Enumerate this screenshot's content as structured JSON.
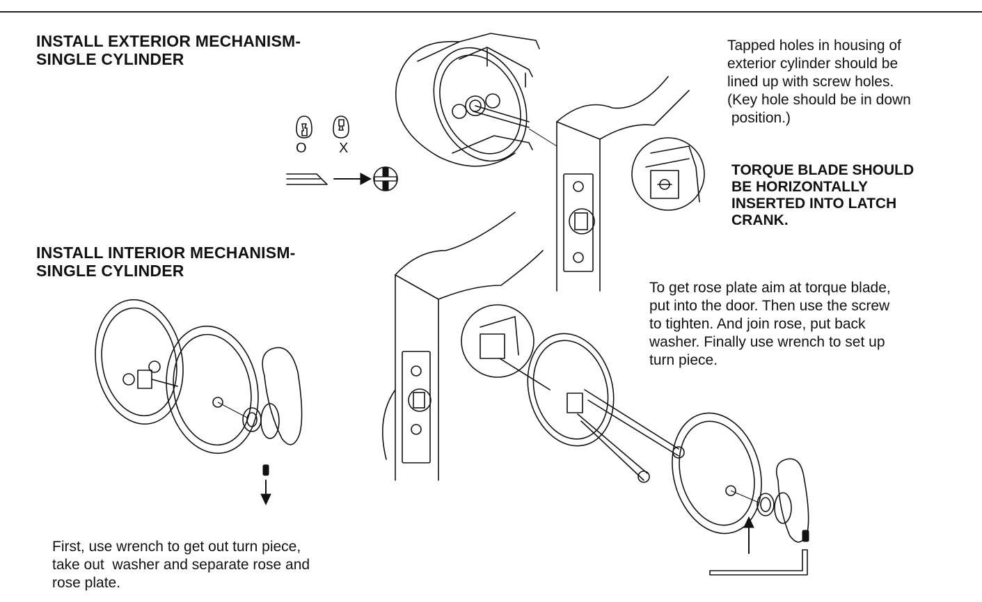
{
  "headings": {
    "exterior": [
      "INSTALL EXTERIOR MECHANISM-",
      "SINGLE CYLINDER"
    ],
    "interior": [
      "INSTALL INTERIOR MECHANISM-",
      "SINGLE CYLINDER"
    ]
  },
  "notes": {
    "tapped_holes": [
      "Tapped holes in housing of",
      "exterior cylinder should be",
      "lined up with screw holes.",
      "(Key hole should be in down",
      " position.)"
    ],
    "torque_blade": [
      "TORQUE BLADE SHOULD",
      "BE HORIZONTALLY",
      "INSERTED INTO LATCH",
      "CRANK."
    ],
    "rose_plate": [
      "To get rose plate aim at torque blade,",
      "put into the door. Then use the screw",
      "to tighten. And join rose, put back",
      "washer. Finally use wrench to set up",
      "turn piece."
    ],
    "first_step": [
      "First, use wrench to get out turn piece,",
      "take out  washer and separate rose and",
      "rose plate."
    ]
  },
  "symbols": {
    "correct_mark": "O",
    "wrong_mark": "X"
  },
  "icons": [
    "keyhole-down-icon",
    "keyhole-up-icon",
    "torque-blade-icon",
    "arrow-right-icon",
    "latch-crank-icon",
    "arrow-down-icon",
    "arrow-up-icon",
    "allen-wrench-icon",
    "set-screw-icon"
  ]
}
